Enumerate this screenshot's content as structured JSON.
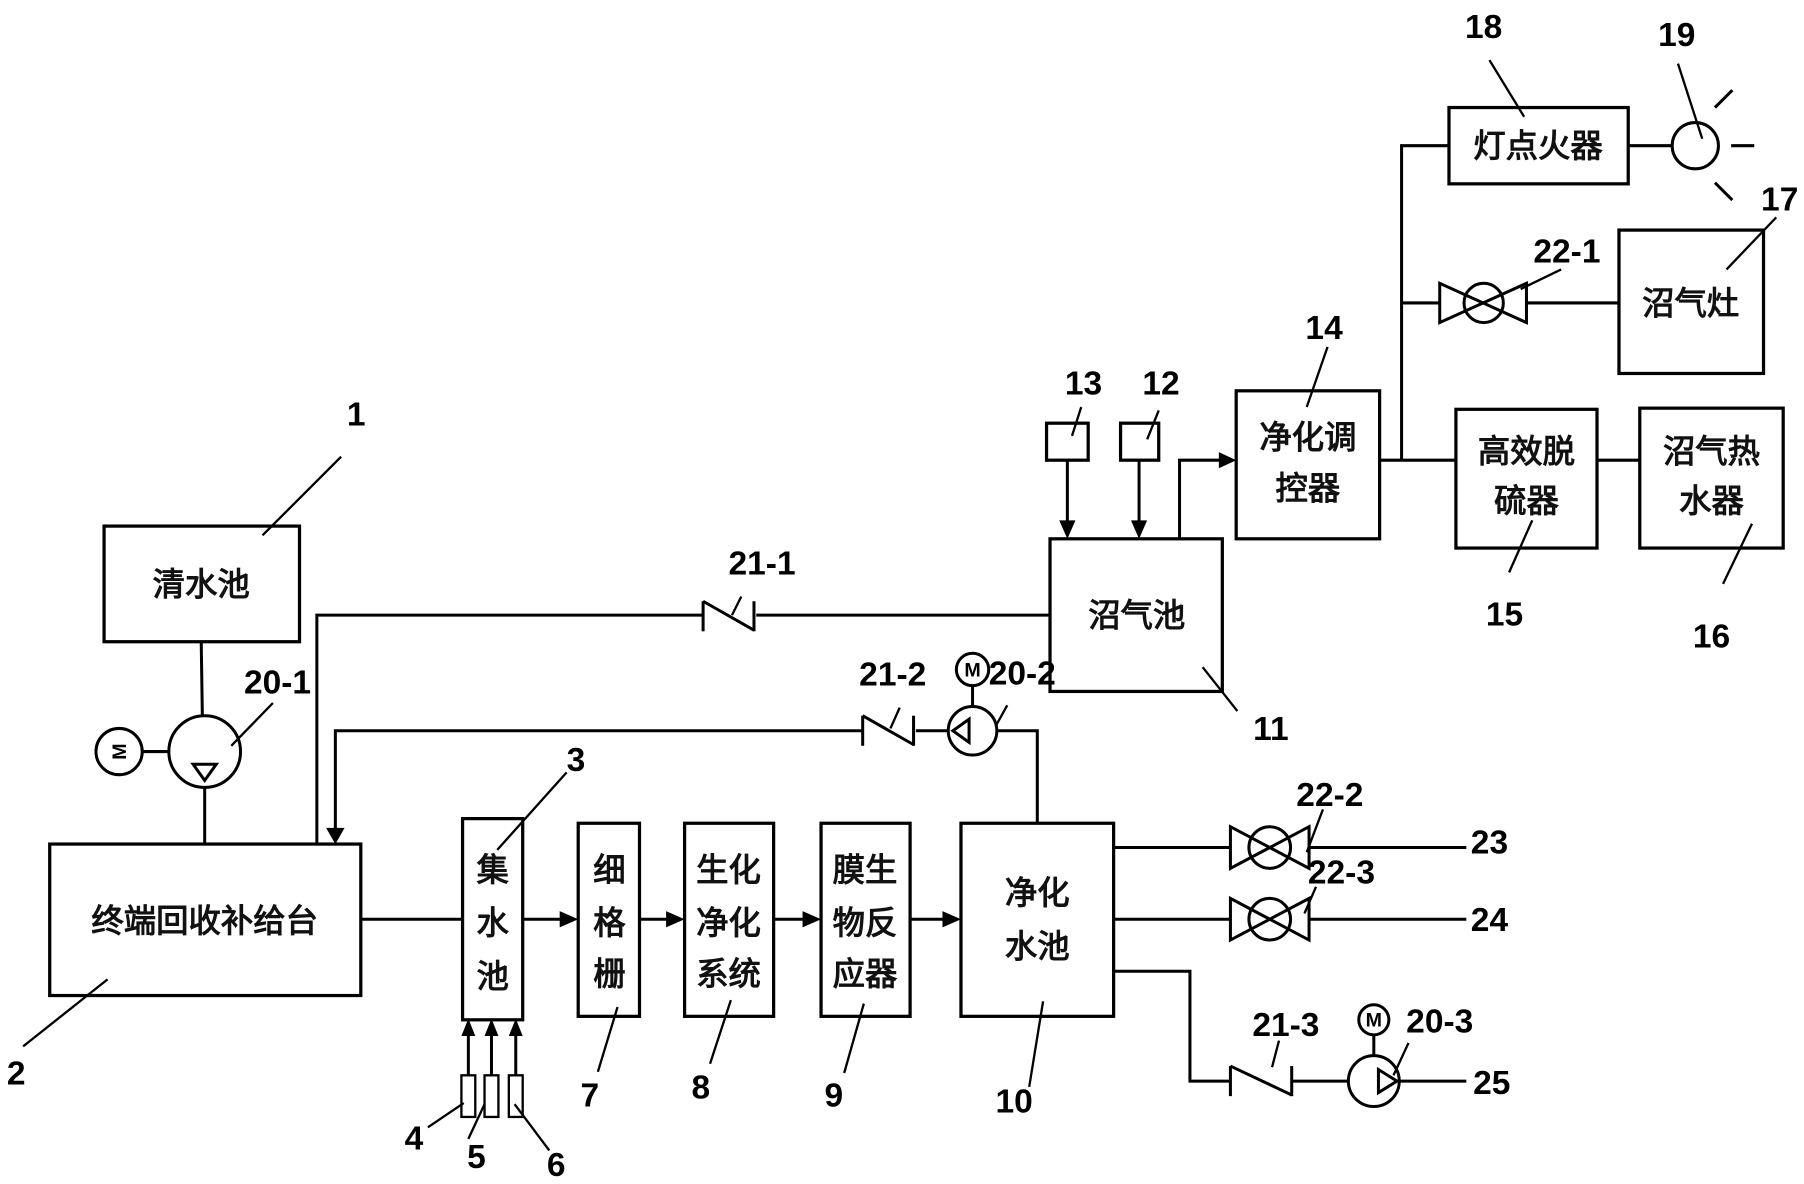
{
  "diagram": {
    "components": {
      "c1": {
        "ref": "1",
        "label": "清水池"
      },
      "c2": {
        "ref": "2",
        "label": "终端回收补给台"
      },
      "c3": {
        "ref": "3",
        "lines": [
          "集",
          "水",
          "池"
        ]
      },
      "c4": {
        "ref": "4"
      },
      "c5": {
        "ref": "5"
      },
      "c6": {
        "ref": "6"
      },
      "c7": {
        "ref": "7",
        "lines": [
          "细",
          "格",
          "栅"
        ]
      },
      "c8": {
        "ref": "8",
        "lines": [
          "生化",
          "净化",
          "系统"
        ]
      },
      "c9": {
        "ref": "9",
        "lines": [
          "膜生",
          "物反",
          "应器"
        ]
      },
      "c10": {
        "ref": "10",
        "lines": [
          "净化",
          "水池"
        ]
      },
      "c11": {
        "ref": "11",
        "label": "沼气池"
      },
      "c12": {
        "ref": "12"
      },
      "c13": {
        "ref": "13"
      },
      "c14": {
        "ref": "14",
        "lines": [
          "净化调",
          "控器"
        ]
      },
      "c15": {
        "ref": "15",
        "lines": [
          "高效脱",
          "硫器"
        ]
      },
      "c16": {
        "ref": "16",
        "lines": [
          "沼气热",
          "水器"
        ]
      },
      "c17": {
        "ref": "17",
        "label": "沼气灶"
      },
      "c18": {
        "ref": "18",
        "label": "灯点火器"
      },
      "c19": {
        "ref": "19"
      }
    },
    "pumps": {
      "p20_1": {
        "ref": "20-1",
        "motor": "M"
      },
      "p20_2": {
        "ref": "20-2",
        "motor": "M"
      },
      "p20_3": {
        "ref": "20-3",
        "motor": "M"
      }
    },
    "check_valves": {
      "v21_1": {
        "ref": "21-1"
      },
      "v21_2": {
        "ref": "21-2"
      },
      "v21_3": {
        "ref": "21-3"
      }
    },
    "valves": {
      "v22_1": {
        "ref": "22-1"
      },
      "v22_2": {
        "ref": "22-2"
      },
      "v22_3": {
        "ref": "22-3"
      }
    },
    "outlets": {
      "o23": {
        "ref": "23"
      },
      "o24": {
        "ref": "24"
      },
      "o25": {
        "ref": "25"
      }
    }
  }
}
